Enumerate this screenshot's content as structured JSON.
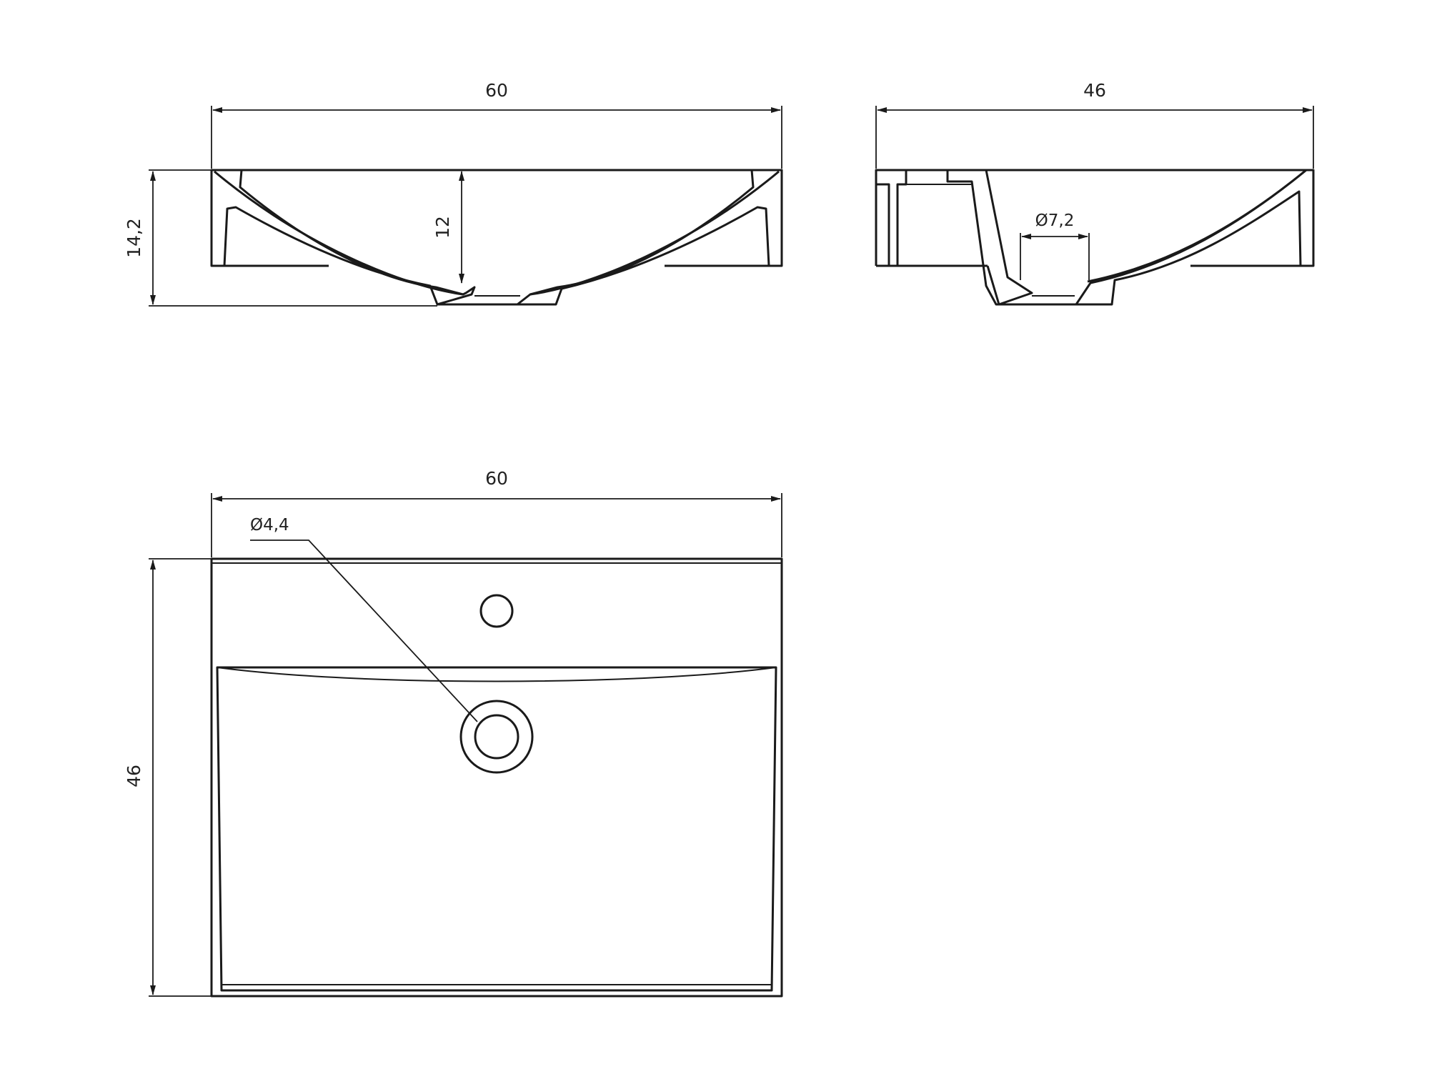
{
  "front_section": {
    "width_label": "60",
    "total_height_label": "14,2",
    "bowl_depth_label": "12"
  },
  "side_section": {
    "depth_label": "46",
    "drain_diameter_label": "Ø7,2"
  },
  "top_view": {
    "width_label": "60",
    "depth_label": "46",
    "tap_hole_label": "Ø4,4"
  }
}
